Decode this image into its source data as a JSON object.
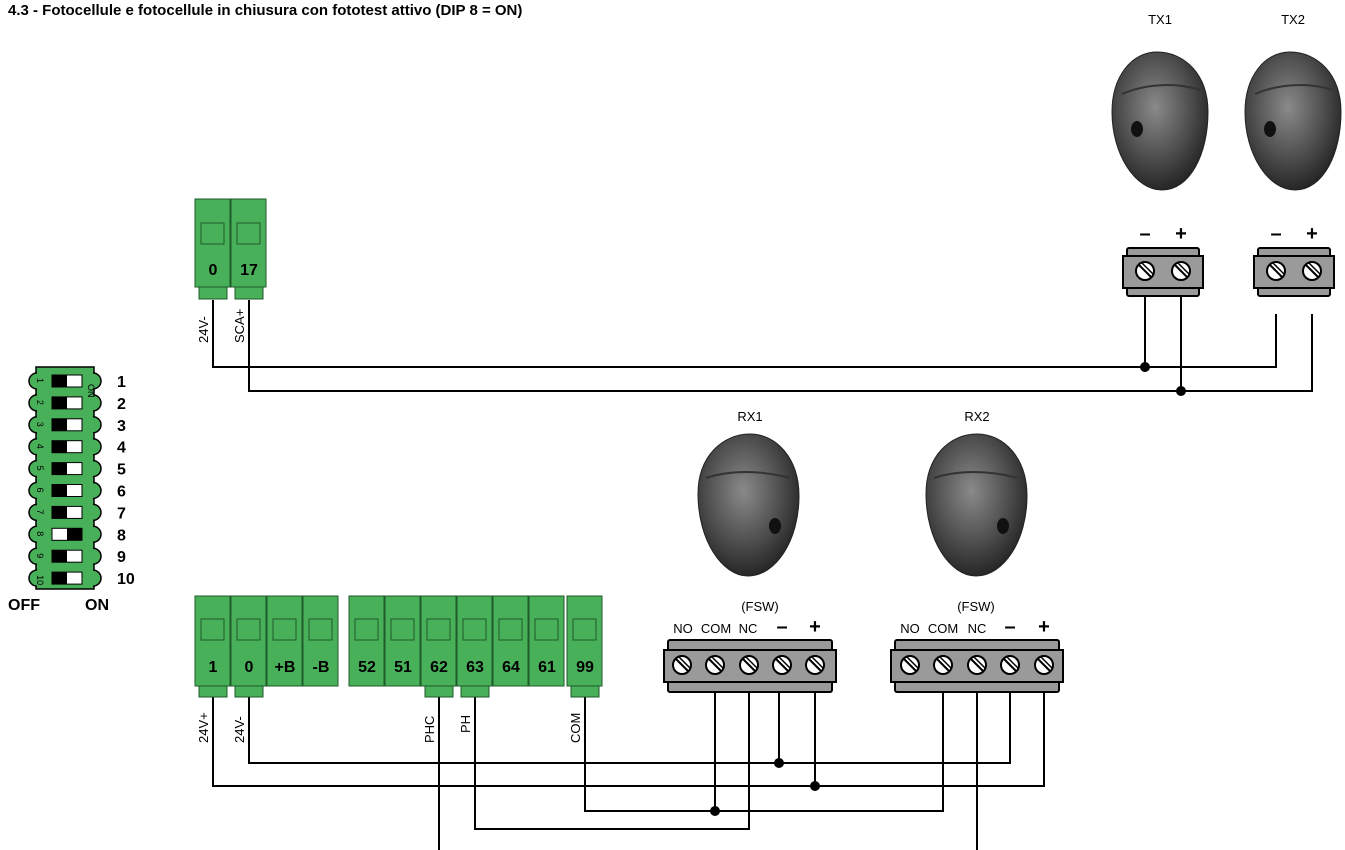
{
  "title": "4.3 - Fotocellule e fotocellule in chiusura con fototest attivo (DIP 8 = ON)",
  "colors": {
    "terminal_green": "#49b05a",
    "terminal_dark": "#2f8a40",
    "sensor_body": "#4a4a4a",
    "block_grey": "#9a9a9a"
  },
  "upper_terminals": {
    "numbers": [
      "0",
      "17"
    ],
    "labels": [
      "24V-",
      "SCA+"
    ]
  },
  "lower_terminals": {
    "group1": [
      "1",
      "0",
      "+B",
      "-B"
    ],
    "group2": [
      "52",
      "51",
      "62",
      "63",
      "64",
      "61",
      "99"
    ],
    "labels": [
      "24V+",
      "24V-",
      "PHC",
      "PH",
      "COM"
    ]
  },
  "transmitters": [
    {
      "name": "TX1",
      "minus": "–",
      "plus": "+"
    },
    {
      "name": "TX2",
      "minus": "–",
      "plus": "+"
    }
  ],
  "receivers": [
    {
      "name": "RX1",
      "fsw": "(FSW)",
      "no": "NO",
      "com": "COM",
      "nc": "NC",
      "minus": "–",
      "plus": "+"
    },
    {
      "name": "RX2",
      "fsw": "(FSW)",
      "no": "NO",
      "com": "COM",
      "nc": "NC",
      "minus": "–",
      "plus": "+"
    }
  ],
  "dip_switch": {
    "numbers": [
      "1",
      "2",
      "3",
      "4",
      "5",
      "6",
      "7",
      "8",
      "9",
      "10"
    ],
    "on_positions": [
      8
    ],
    "on_label_small": "ON",
    "off_label": "OFF",
    "on_label": "ON"
  }
}
